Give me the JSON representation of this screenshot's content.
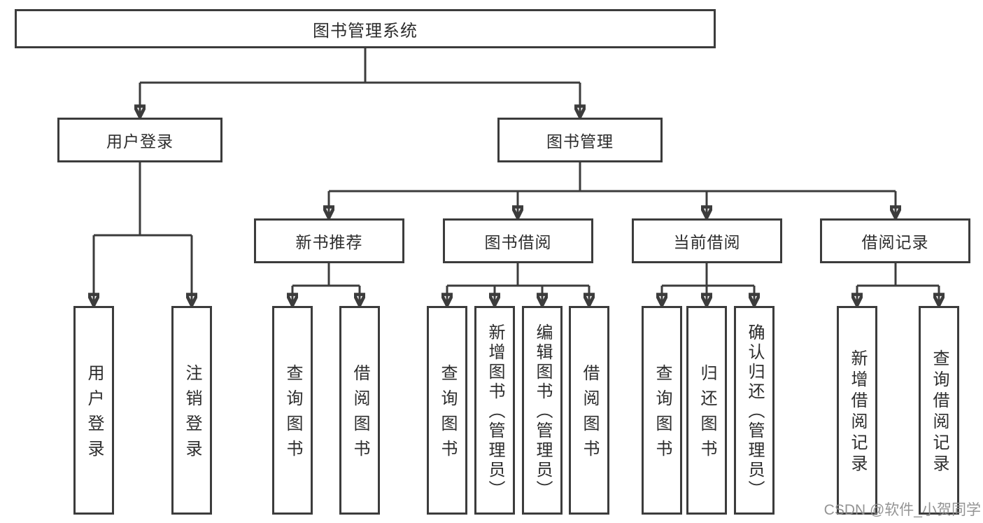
{
  "diagram": {
    "root": "图书管理系统",
    "branches": [
      {
        "label": "用户登录",
        "children": [
          "用户登录",
          "注销登录"
        ]
      },
      {
        "label": "图书管理",
        "groups": [
          {
            "label": "新书推荐",
            "children": [
              "查询图书",
              "借阅图书"
            ]
          },
          {
            "label": "图书借阅",
            "children": [
              "查询图书",
              "新增图书（管理员）",
              "编辑图书（管理员）",
              "借阅图书"
            ]
          },
          {
            "label": "当前借阅",
            "children": [
              "查询图书",
              "归还图书",
              "确认归还（管理员）"
            ]
          },
          {
            "label": "借阅记录",
            "children": [
              "新增借阅记录",
              "查询借阅记录"
            ]
          }
        ]
      }
    ]
  },
  "watermark": "CSDN @软件_小贺同学",
  "colors": {
    "line": "#3c3c3c",
    "text": "#2d2d2d",
    "watermark": "#8e8e8e",
    "background": "#ffffff"
  }
}
